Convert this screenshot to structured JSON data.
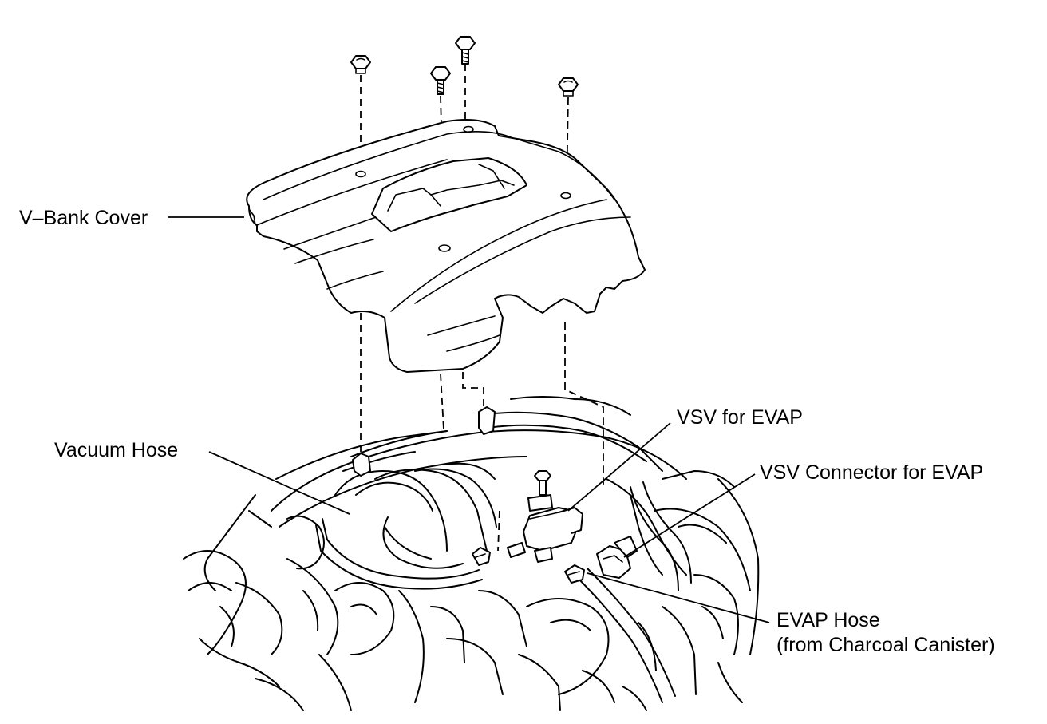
{
  "labels": {
    "v_bank_cover": "V–Bank Cover",
    "vsv_for_evap": "VSV for EVAP",
    "vacuum_hose": "Vacuum Hose",
    "vsv_connector": "VSV Connector for EVAP",
    "evap_hose_line1": "EVAP Hose",
    "evap_hose_line2": "(from Charcoal Canister)"
  },
  "colors": {
    "ink": "#000000",
    "paper": "#ffffff"
  }
}
